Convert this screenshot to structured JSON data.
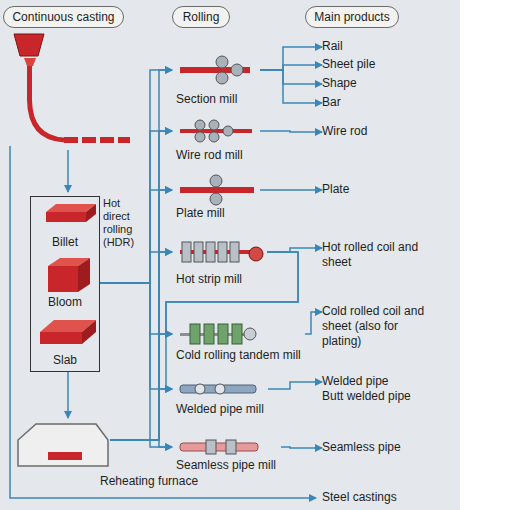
{
  "diagram": {
    "nodes": [
      {
        "text": [
          "Continuous casting"
        ]
      },
      {
        "text": [
          "Rolling"
        ]
      },
      {
        "text": [
          "Main products"
        ]
      },
      {
        "text": [
          "Hot direct rolling (HDR)"
        ]
      },
      {
        "text": [
          "Billet"
        ],
        "in": 3
      },
      {
        "text": [
          "Bloom"
        ],
        "in": 3
      },
      {
        "text": [
          "Slab"
        ],
        "in": 3
      },
      {
        "text": [
          "Section mill"
        ]
      },
      {
        "text": [
          "Rail"
        ]
      },
      {
        "text": [
          "Sheet pile"
        ]
      },
      {
        "text": [
          "Shape"
        ]
      },
      {
        "text": [
          "Bar"
        ]
      },
      {
        "text": [
          "Wire rod mill"
        ]
      },
      {
        "text": [
          "Wire rod"
        ]
      },
      {
        "text": [
          "Plate mill"
        ]
      },
      {
        "text": [
          "Plate"
        ]
      },
      {
        "text": [
          "Hot strip mill"
        ]
      },
      {
        "text": [
          "Hot rolled coil and sheet"
        ]
      },
      {
        "text": [
          "Cold rolling tandem mill"
        ]
      },
      {
        "text": [
          "Cold rolled coil and sheet (also for plating)"
        ]
      },
      {
        "text": [
          "Welded pipe mill"
        ]
      },
      {
        "text": [
          "Welded pipe",
          "Butt welded pipe"
        ]
      },
      {
        "text": [
          "Seamless pipe mill"
        ]
      },
      {
        "text": [
          "Seamless pipe"
        ]
      },
      {
        "text": [
          "Reheating furnace"
        ]
      },
      {
        "text": [
          "Steel castings"
        ]
      }
    ],
    "edges": [
      {
        "from": 3,
        "to": 24,
        "arrow": "to"
      },
      {
        "from": 3,
        "to": 7,
        "arrow": "to"
      },
      {
        "from": 3,
        "to": 12,
        "arrow": "to"
      },
      {
        "from": 3,
        "to": 14,
        "arrow": "to"
      },
      {
        "from": 3,
        "to": 16,
        "arrow": "to"
      },
      {
        "from": 3,
        "to": 18,
        "arrow": "to"
      },
      {
        "from": 3,
        "to": 20,
        "arrow": "to"
      },
      {
        "from": 3,
        "to": 22,
        "arrow": "to"
      },
      {
        "from": 24,
        "to": 7,
        "arrow": "to"
      },
      {
        "from": 24,
        "to": 12,
        "arrow": "to"
      },
      {
        "from": 24,
        "to": 14,
        "arrow": "to"
      },
      {
        "from": 24,
        "to": 16,
        "arrow": "to"
      },
      {
        "from": 24,
        "to": 18,
        "arrow": "to"
      },
      {
        "from": 24,
        "to": 20,
        "arrow": "to"
      },
      {
        "from": 24,
        "to": 22,
        "arrow": "to"
      },
      {
        "from": 7,
        "to": 8,
        "arrow": "to"
      },
      {
        "from": 7,
        "to": 9,
        "arrow": "to"
      },
      {
        "from": 7,
        "to": 10,
        "arrow": "to"
      },
      {
        "from": 7,
        "to": 11,
        "arrow": "to"
      },
      {
        "from": 12,
        "to": 13,
        "arrow": "to"
      },
      {
        "from": 14,
        "to": 15,
        "arrow": "to"
      },
      {
        "from": 16,
        "to": 17,
        "arrow": "to"
      },
      {
        "from": 16,
        "to": 18,
        "arrow": "to"
      },
      {
        "from": 16,
        "to": 20,
        "arrow": "to"
      },
      {
        "from": 18,
        "to": 19,
        "arrow": "to"
      },
      {
        "from": 20,
        "to": 21,
        "arrow": "to"
      },
      {
        "from": 22,
        "to": 23,
        "arrow": "to"
      }
    ]
  }
}
